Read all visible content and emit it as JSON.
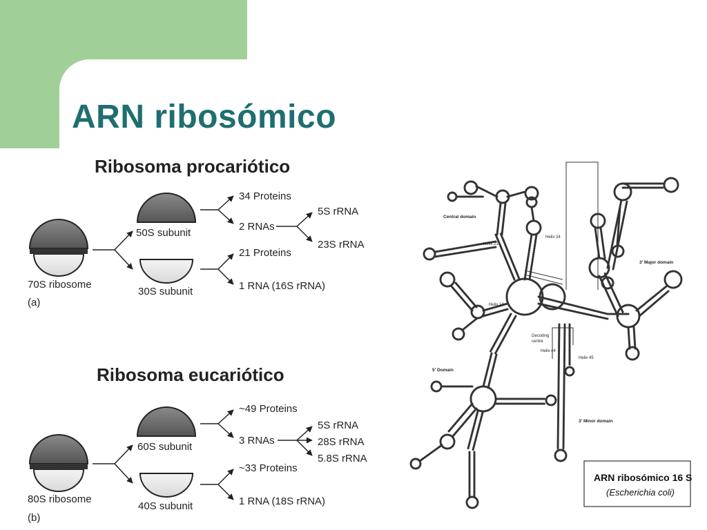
{
  "slide": {
    "title": "ARN ribosómico",
    "accent_color": "#a0cf98",
    "title_color": "#1f6e70"
  },
  "prokaryote": {
    "title": "Ribosoma procariótico",
    "ribosome": "70S ribosome",
    "panel_label": "(a)",
    "large_subunit": "50S subunit",
    "small_subunit": "30S subunit",
    "large_proteins": "34 Proteins",
    "large_rnas": "2 RNAs",
    "small_proteins": "21 Proteins",
    "small_rna": "1 RNA (16S rRNA)",
    "rrnas": [
      "5S rRNA",
      "23S rRNA"
    ]
  },
  "eukaryote": {
    "title": "Ribosoma eucariótico",
    "ribosome": "80S ribosome",
    "panel_label": "(b)",
    "large_subunit": "60S subunit",
    "small_subunit": "40S subunit",
    "large_proteins": "~49 Proteins",
    "large_rnas": "3 RNAs",
    "small_proteins": "~33 Proteins",
    "small_rna": "1 RNA (18S rRNA)",
    "rrnas": [
      "5S rRNA",
      "28S rRNA",
      "5.8S rRNA"
    ]
  },
  "structure_16s": {
    "caption_title": "ARN ribosómico 16 S",
    "caption_subtitle": "(Escherichia coli)",
    "labels": {
      "central": "Central domain",
      "major3": "3' Major domain",
      "domain5": "5' Domain",
      "minor3": "3' Minor domain",
      "helix21": "Helix 21",
      "helix24": "Helix 24",
      "helix18": "Helix 18",
      "helix44": "Helix 44",
      "helix45": "Helix 45",
      "decoding1": "Decoding",
      "decoding2": "centre"
    }
  }
}
